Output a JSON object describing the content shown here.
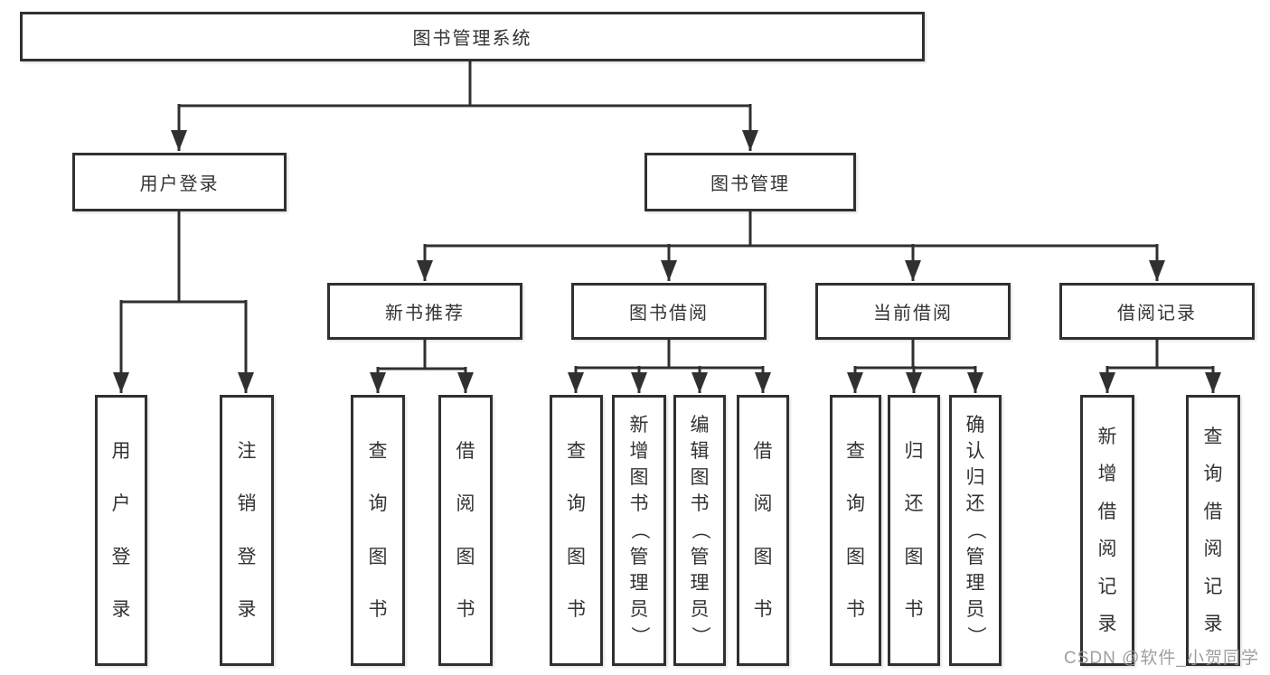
{
  "diagram": {
    "root": {
      "label": "图书管理系统"
    },
    "level2": [
      {
        "label": "用户登录"
      },
      {
        "label": "图书管理"
      }
    ],
    "level3": [
      {
        "label": "新书推荐"
      },
      {
        "label": "图书借阅"
      },
      {
        "label": "当前借阅"
      },
      {
        "label": "借阅记录"
      }
    ],
    "leaves": {
      "user_login": [
        "用户登录",
        "注销登录"
      ],
      "new_book": [
        "查询图书",
        "借阅图书"
      ],
      "book_borrow": [
        "查询图书",
        "新增图书（管理员）",
        "编辑图书（管理员）",
        "借阅图书"
      ],
      "current_borrow": [
        "查询图书",
        "归还图书",
        "确认归还（管理员）"
      ],
      "borrow_record": [
        "新增借阅记录",
        "查询借阅记录"
      ]
    }
  },
  "watermark": "CSDN @软件_小贺同学",
  "colors": {
    "line": "#303030",
    "box_border": "#303030",
    "text": "#333333",
    "watermark": "#969696",
    "background": "#ffffff"
  }
}
